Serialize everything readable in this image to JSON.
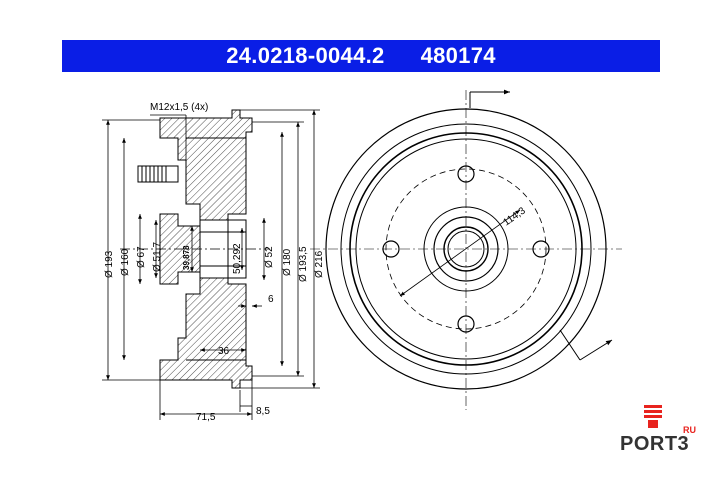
{
  "header": {
    "part_number": "24.0218-0044.2",
    "ref_number": "480174",
    "bar_color": "#0a1ee6"
  },
  "dimensions": {
    "thread": "M12x1,5 (4x)",
    "d193": "Ø 193",
    "d160": "Ø 160",
    "d67": "Ø 67",
    "d51_7": "Ø 51,7",
    "d39_878": "39,878",
    "d50_292": "50,292",
    "d52": "Ø 52",
    "d180": "Ø 180",
    "d193_5": "Ø 193,5",
    "d216": "Ø 216",
    "w6": "6",
    "w36": "36",
    "w71_5": "71,5",
    "w8_5": "8,5",
    "pcd": "114,3"
  },
  "logo": {
    "word": "PORT3",
    "suffix": "RU",
    "accent": "#e8231e"
  }
}
